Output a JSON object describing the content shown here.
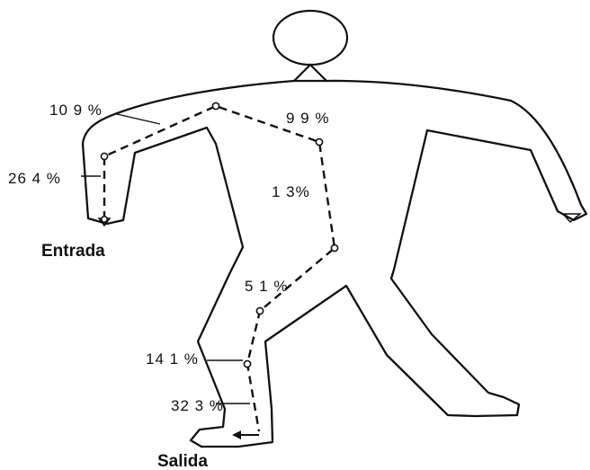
{
  "labels": {
    "entry": "Entrada",
    "exit": "Salida"
  },
  "percentages": {
    "shoulder_left": "10 9 %",
    "upper_arm_left": "26 4 %",
    "shoulder_right": "9 9 %",
    "torso_right": "1 3%",
    "hip_right": "5 1 %",
    "knee_right": "14 1 %",
    "ankle_right": "32 3 %"
  },
  "colors": {
    "ink": "#111111",
    "background": "#ffffff"
  }
}
